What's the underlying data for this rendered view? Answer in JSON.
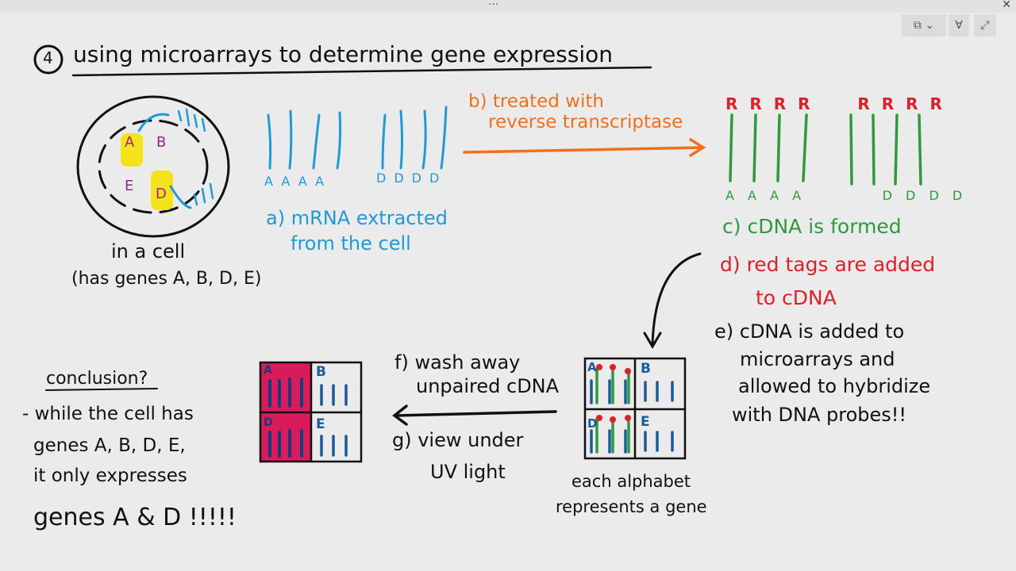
{
  "window": {
    "menu_dots": "...",
    "close_label": "✕"
  },
  "toolbar": {
    "buttons": [
      {
        "icon": "split-view-icon",
        "label": "⧉ ⌄"
      },
      {
        "icon": "pen-icon",
        "label": "∀"
      },
      {
        "icon": "expand-icon",
        "label": "⤢"
      }
    ]
  },
  "colors": {
    "mrna": "#1e9ad6",
    "step_b": "#f07020",
    "cdna": "#2e9a3e",
    "tag": "#e01f2a",
    "probe": "#1a5a9a",
    "glow": "#d81b5a",
    "highlight": "#f4e21a",
    "gene_label": "#a0208a"
  },
  "title": {
    "number": "4",
    "text": "using microarrays to determine gene expression"
  },
  "cell": {
    "genes": [
      "A",
      "B",
      "E",
      "D"
    ],
    "caption": "in a cell",
    "note": "(has genes A, B, D, E)"
  },
  "mrna": {
    "labels_left": [
      "A",
      "A",
      "A",
      "A"
    ],
    "labels_right": [
      "D",
      "D",
      "D",
      "D"
    ],
    "caption_1": "a) mRNA extracted",
    "caption_2": "from the cell"
  },
  "step_b": {
    "line_1": "b) treated with",
    "line_2": "reverse transcriptase"
  },
  "cdna": {
    "tags": [
      "R",
      "R",
      "R",
      "R",
      "R",
      "R",
      "R",
      "R"
    ],
    "labels": [
      "A",
      "A",
      "A",
      "A",
      "D",
      "D",
      "D",
      "D"
    ],
    "caption": "c) cDNA is formed"
  },
  "step_d": {
    "line_1": "d) red tags are added",
    "line_2": "to cDNA"
  },
  "step_e": {
    "line_1": "e) cDNA is added to",
    "line_2": "microarrays and",
    "line_3": "allowed to hybridize",
    "line_4": "with DNA probes!!"
  },
  "microarray": {
    "cells": [
      "A",
      "B",
      "D",
      "E"
    ],
    "caption_1": "each alphabet",
    "caption_2": "represents a gene"
  },
  "step_f": {
    "line_1": "f) wash away",
    "line_2": "unpaired cDNA"
  },
  "step_g": {
    "line_1": "g) view under",
    "line_2": "UV light"
  },
  "result_array": {
    "cells": [
      "A",
      "B",
      "D",
      "E"
    ]
  },
  "conclusion": {
    "heading": "conclusion?",
    "line_1": "- while the cell has",
    "line_2": "genes A, B, D, E,",
    "line_3": "it only expresses",
    "line_4": "genes  A & D !!!!!"
  }
}
